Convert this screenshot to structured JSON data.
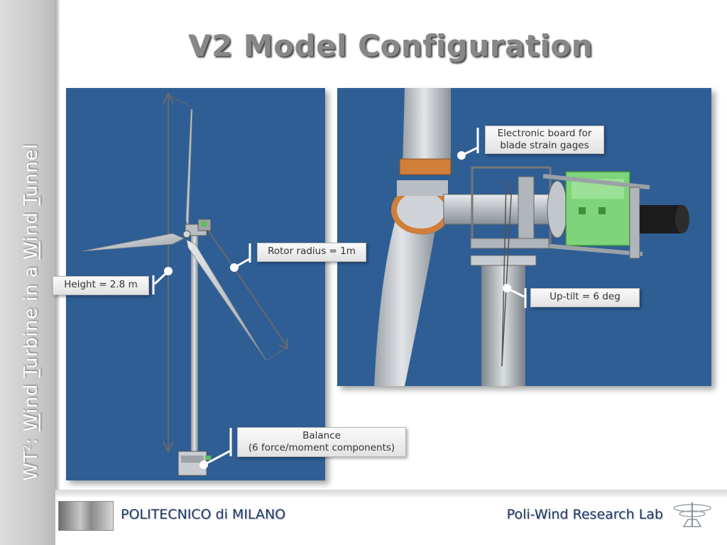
{
  "sidebar": {
    "title_plain": "WT",
    "title_sup": "2",
    "title_prefix": ": ",
    "w1_first": "W",
    "w1_rest": "ind ",
    "w2_first": "T",
    "w2_rest": "urbine in a ",
    "w3_first": "W",
    "w3_rest": "ind ",
    "w4_first": "T",
    "w4_rest": "unnel"
  },
  "slide": {
    "title": "V2 Model Configuration"
  },
  "callouts": {
    "rotor_radius": "Rotor radius = 1m",
    "height": "Height = 2.8 m",
    "balance_line1": "Balance",
    "balance_line2": "(6 force/moment components)",
    "board_line1": "Electronic board for",
    "board_line2": "blade strain gages",
    "uptilt": "Up-tilt = 6 deg"
  },
  "footer": {
    "left": "POLITECNICO di MILANO",
    "right": "Poli-Wind Research Lab"
  },
  "colors": {
    "panel_blue": "#2f5e95",
    "title_gray": "#888888",
    "footer_text": "#1f3a6b",
    "board_green": "#7fd37a"
  }
}
